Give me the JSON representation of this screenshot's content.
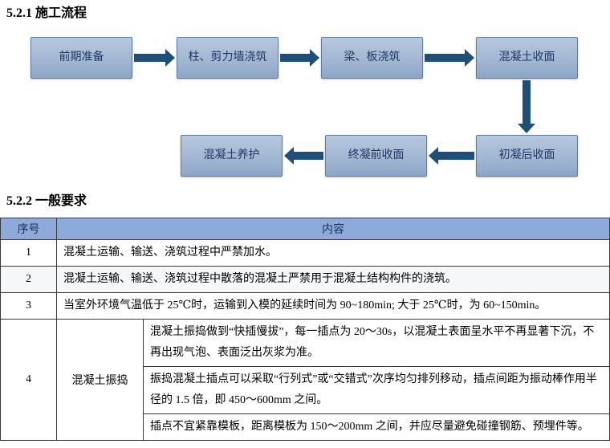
{
  "headings": {
    "section1": "5.2.1 施工流程",
    "section2": "5.2.2 一般要求"
  },
  "flowchart": {
    "row1": [
      "前期准备",
      "柱、剪力墙浇筑",
      "梁、板浇筑",
      "混凝土收面"
    ],
    "row2": [
      "混凝土养护",
      "终凝前收面",
      "初凝后收面"
    ]
  },
  "table": {
    "headers": [
      "序号",
      "内容"
    ],
    "rows": [
      {
        "no": "1",
        "content": "混凝土运输、输送、浇筑过程中严禁加水。"
      },
      {
        "no": "2",
        "content": "混凝土运输、输送、浇筑过程中散落的混凝土严禁用于混凝土结构构件的浇筑。"
      },
      {
        "no": "3",
        "content": "当室外环境气温低于 25℃时，运输到入模的延续时间为 90~180min; 大于 25℃时，为 60~150min。"
      },
      {
        "no": "4",
        "label": "混凝土振捣",
        "details": [
          "混凝土振捣做到“快插慢拔”，每一插点为 20～30s，以混凝土表面呈水平不再显著下沉，不再出现气泡、表面泛出灰浆为准。",
          "振捣混凝土插点可以采取“行列式”或“交错式”次序均匀排列移动，插点间距为振动棒作用半径的 1.5 倍，即 450～600mm 之间。",
          "插点不宜紧靠模板，距离模板为 150～200mm 之间，并应尽量避免碰撞钢筋、预埋件等。"
        ]
      }
    ]
  },
  "colors": {
    "arrow": "#1f4e79",
    "box_border": "#5d7da4",
    "box_text": "#1f3864",
    "header_bg": "#8eaadb"
  }
}
